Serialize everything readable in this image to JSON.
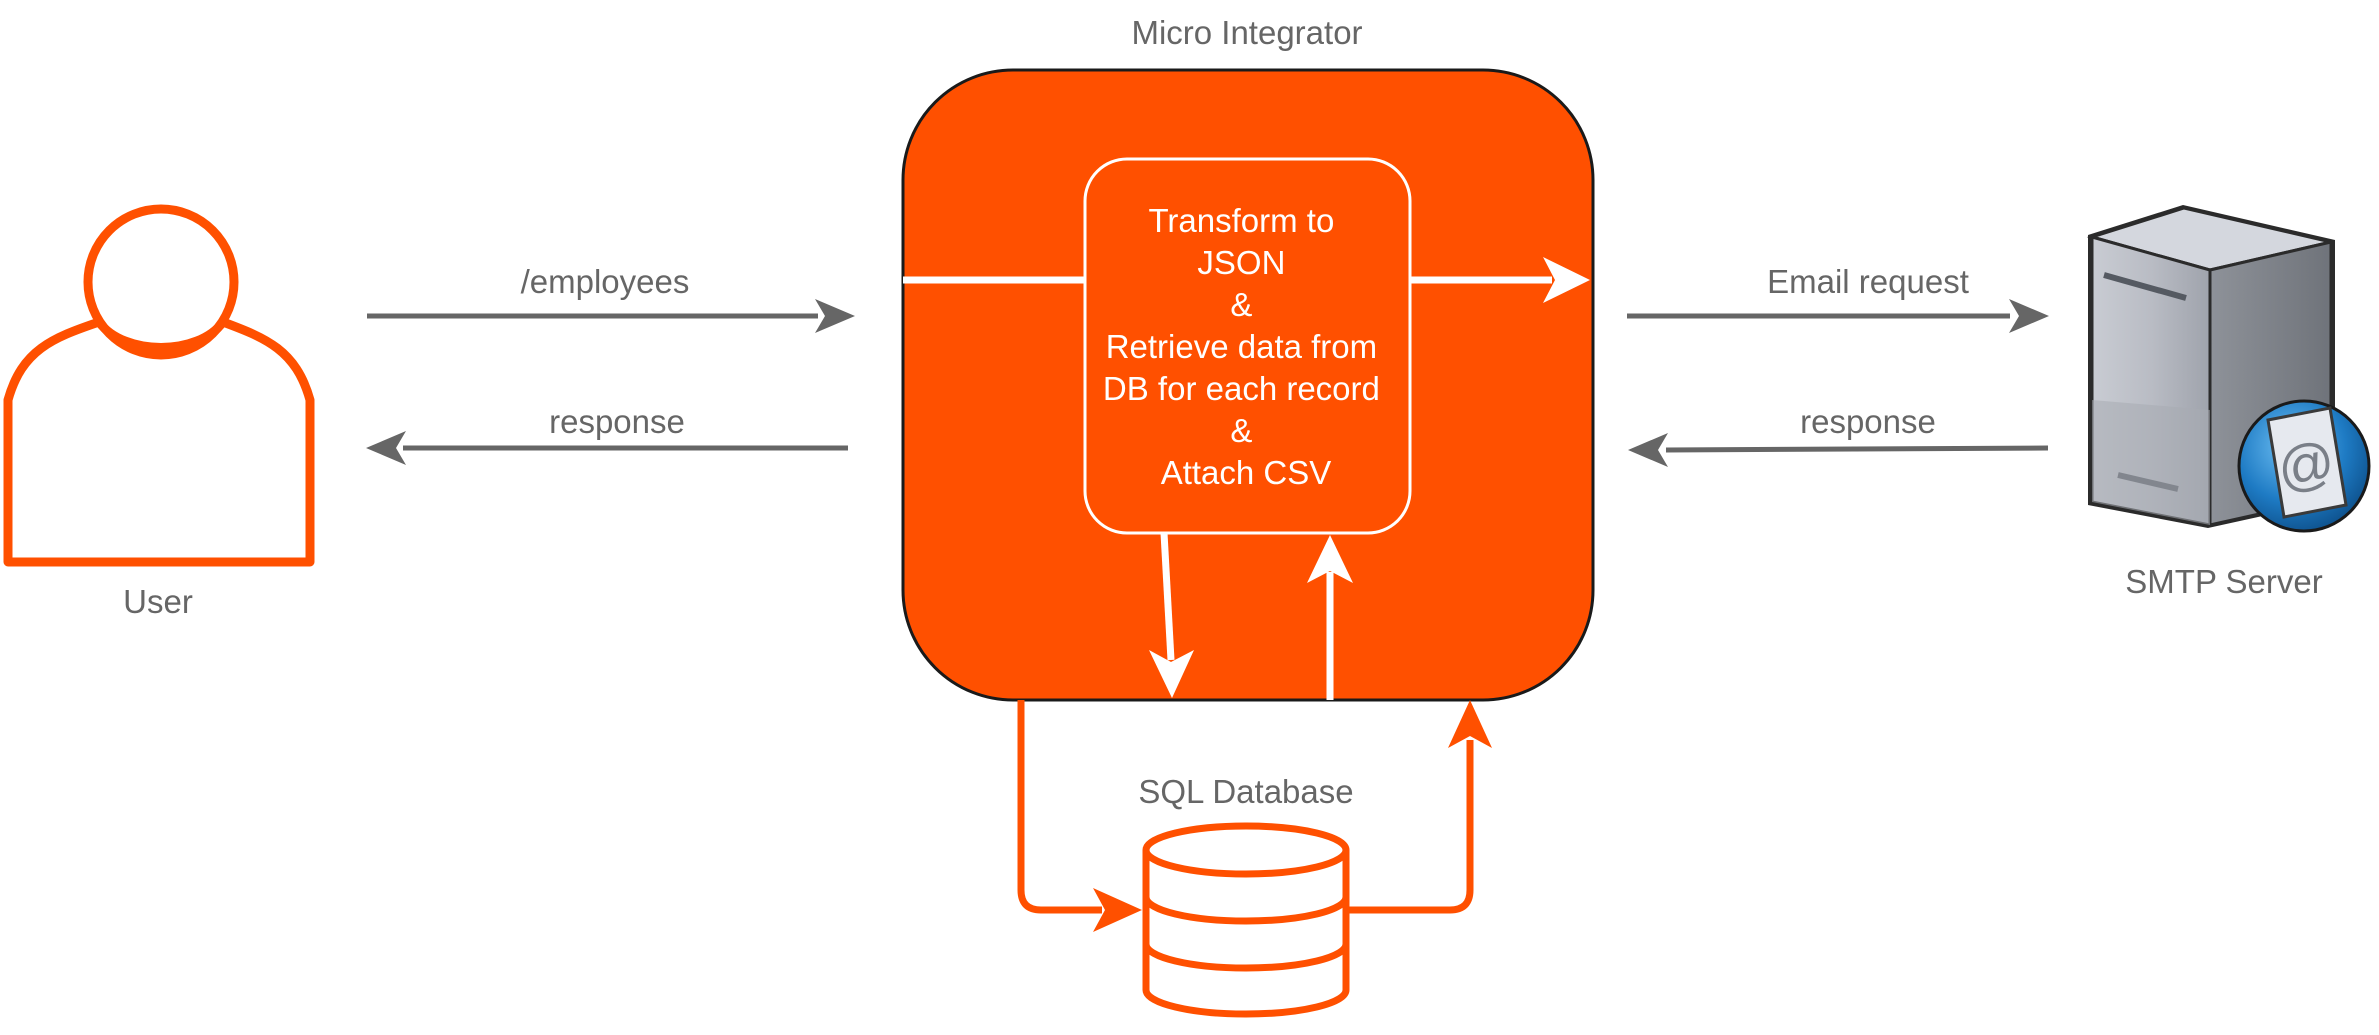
{
  "title": "Micro Integrator",
  "user": {
    "label": "User"
  },
  "edges": {
    "request": "/employees",
    "response_to_user": "response",
    "email": "Email request",
    "response_from_smtp": "response"
  },
  "process": {
    "lines": [
      "Transform to",
      "JSON",
      "&",
      "Retrieve data from",
      "DB for each record",
      "&",
      "Attach CSV"
    ]
  },
  "database": {
    "label": "SQL Database"
  },
  "smtp": {
    "label": "SMTP Server",
    "icon": "mail-server-icon"
  },
  "colors": {
    "accent": "#FF5000",
    "arrow_gray": "#666666",
    "white": "#FFFFFF",
    "globe_blue": "#1E7BC4"
  }
}
